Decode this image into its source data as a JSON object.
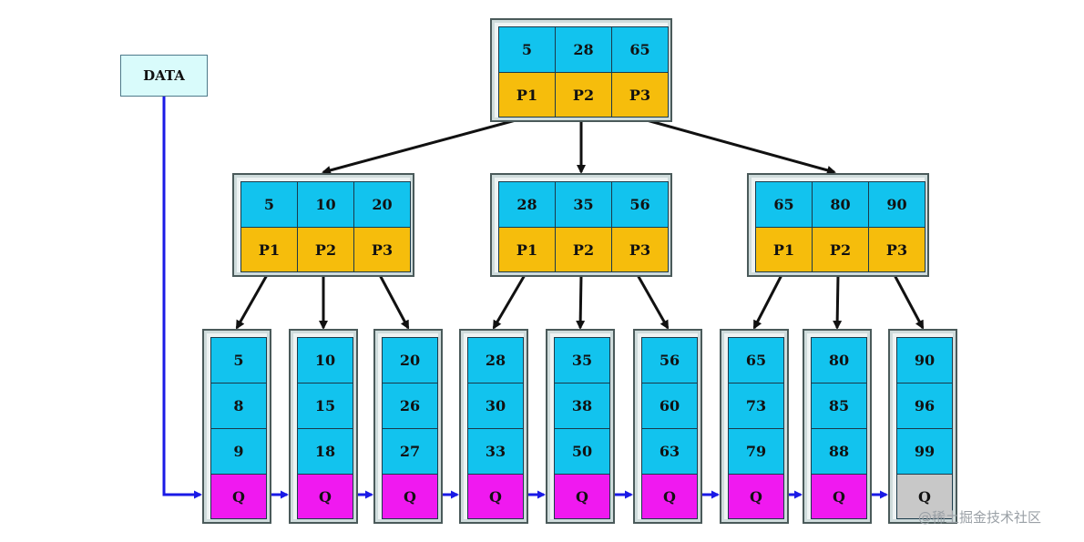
{
  "data_label": "DATA",
  "root": {
    "keys": [
      "5",
      "28",
      "65"
    ],
    "pointers": [
      "P1",
      "P2",
      "P3"
    ]
  },
  "internal": [
    {
      "keys": [
        "5",
        "10",
        "20"
      ],
      "pointers": [
        "P1",
        "P2",
        "P3"
      ]
    },
    {
      "keys": [
        "28",
        "35",
        "56"
      ],
      "pointers": [
        "P1",
        "P2",
        "P3"
      ]
    },
    {
      "keys": [
        "65",
        "80",
        "90"
      ],
      "pointers": [
        "P1",
        "P2",
        "P3"
      ]
    }
  ],
  "leaves": [
    {
      "keys": [
        "5",
        "8",
        "9"
      ],
      "link": "Q"
    },
    {
      "keys": [
        "10",
        "15",
        "18"
      ],
      "link": "Q"
    },
    {
      "keys": [
        "20",
        "26",
        "27"
      ],
      "link": "Q"
    },
    {
      "keys": [
        "28",
        "30",
        "33"
      ],
      "link": "Q"
    },
    {
      "keys": [
        "35",
        "38",
        "50"
      ],
      "link": "Q"
    },
    {
      "keys": [
        "56",
        "60",
        "63"
      ],
      "link": "Q"
    },
    {
      "keys": [
        "65",
        "73",
        "79"
      ],
      "link": "Q"
    },
    {
      "keys": [
        "80",
        "85",
        "88"
      ],
      "link": "Q"
    },
    {
      "keys": [
        "90",
        "96",
        "99"
      ],
      "link": "Q"
    }
  ],
  "watermark": "@稀土掘金技术社区",
  "colors": {
    "key_cell": "#12c3ee",
    "pointer_cell": "#f6bd0c",
    "leaf_link": "#f019f0",
    "leaf_link_last": "#c8c8c8",
    "data_box": "#d9fbfb",
    "tree_arrow": "#111111",
    "leaf_chain_arrow": "#1a1ae6"
  }
}
